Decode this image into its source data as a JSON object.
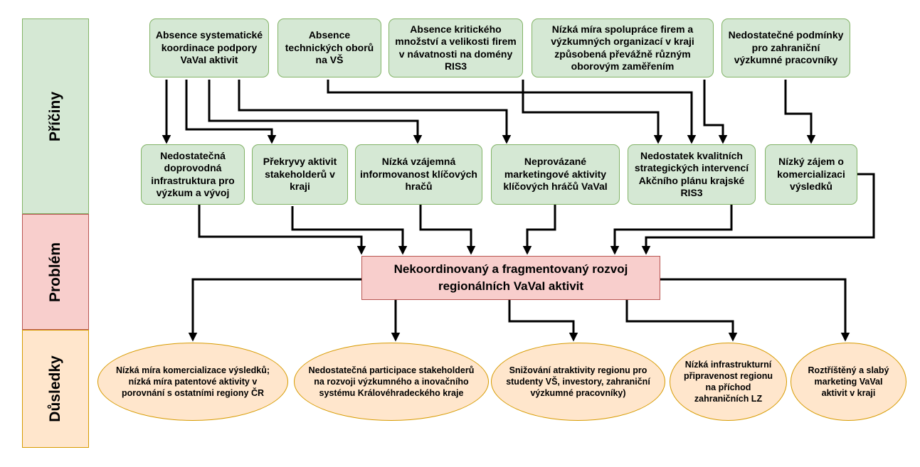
{
  "bands": {
    "causes": "Příčiny",
    "problem": "Problém",
    "consequences": "Důsledky"
  },
  "root_causes": [
    "Absence systematické koordinace podpory VaVaI aktivit",
    "Absence technických oborů na VŠ",
    "Absence kritického množství a velikosti firem v návatnosti na domény RIS3",
    "Nízká míra spolupráce firem a výzkumných organizací v kraji způsobená převážně různým oborovým zaměřením",
    "Nedostatečné podmínky pro zahraniční výzkumné pracovníky"
  ],
  "direct_causes": [
    "Nedostatečná doprovodná infrastruktura pro výzkum a vývoj",
    "Překryvy aktivit stakeholderů v kraji",
    "Nízká vzájemná informovanost klíčových hračů",
    "Neprovázané marketingové aktivity klíčových hráčů VaVaI",
    "Nedostatek kvalitních strategických intervencí  Akčního plánu krajské RIS3",
    "Nízký zájem o komercializaci výsledků"
  ],
  "problem": "Nekoordinovaný a fragmentovaný rozvoj regionálních VaVaI aktivit",
  "consequences": [
    "Nízká míra komercializace výsledků; nízká míra patentové aktivity v porovnání s ostatními regiony ČR",
    "Nedostatečná participace stakeholderů na rozvoji výzkumného a inovačního systému Královéhradeckého kraje",
    "Snižování atraktivity regionu pro studenty VŠ, investory, zahraniční výzkumné pracovníky)",
    "Nízká infrastrukturní připravenost regionu na příchod zahraničních LZ",
    "Roztříštěný  a slabý marketing VaVaI aktivit v kraji"
  ]
}
